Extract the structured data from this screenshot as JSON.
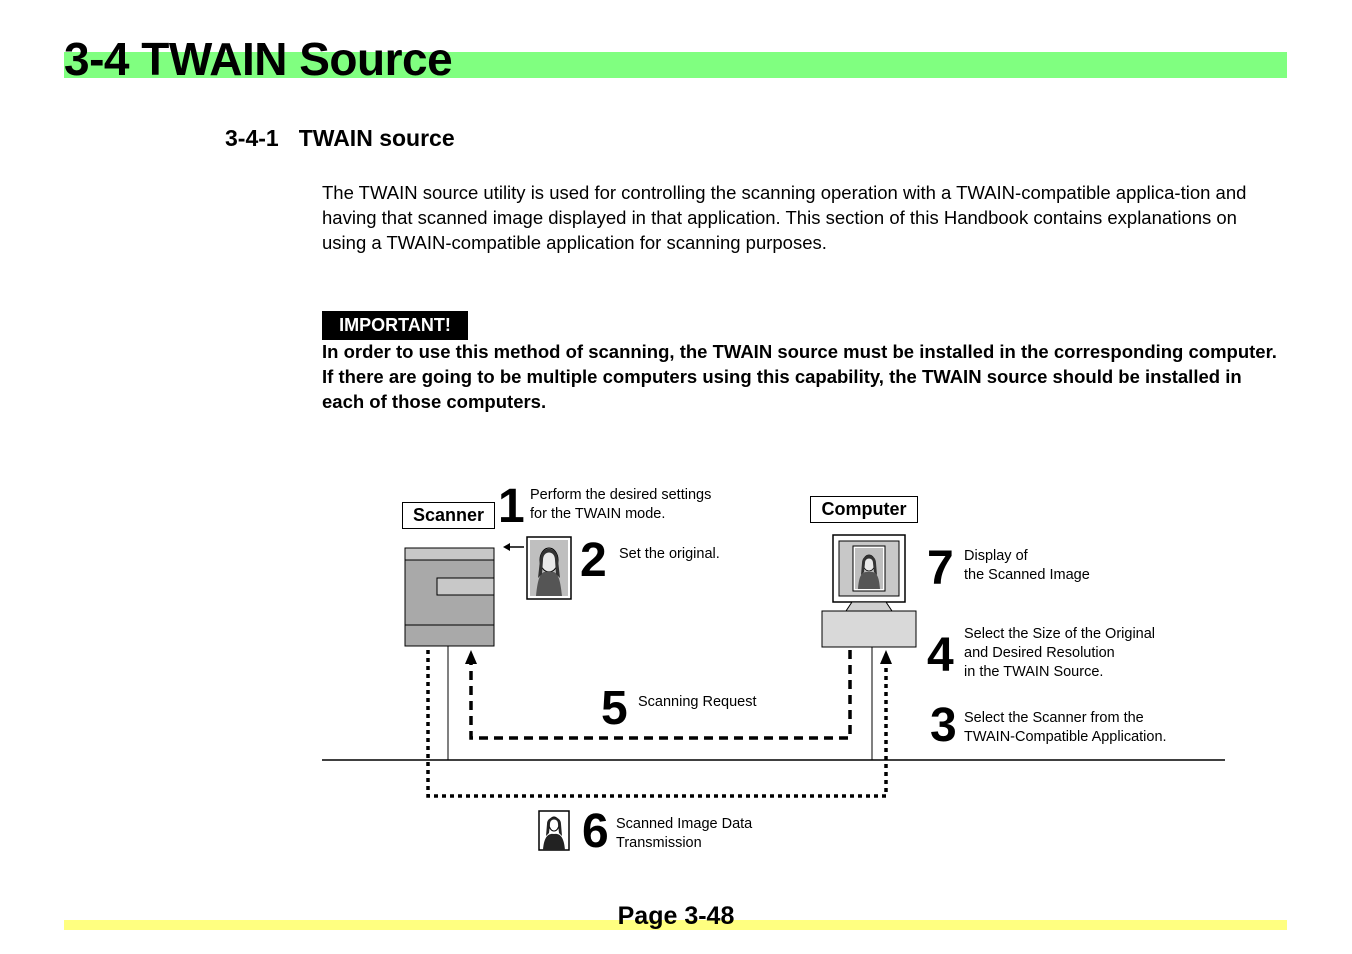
{
  "header": {
    "title": "3-4  TWAIN Source",
    "bar_color": "#80ff80"
  },
  "section": {
    "number": "3-4-1",
    "title": "TWAIN source"
  },
  "intro": "The TWAIN source utility is used for controlling the scanning operation with a TWAIN-compatible applica-tion and having that scanned image displayed in that application. This section of this Handbook contains explanations on using a TWAIN-compatible application for scanning purposes.",
  "important": {
    "badge": "IMPORTANT!",
    "text": "In order to use this method of scanning, the TWAIN source must be installed in the corresponding computer. If there are going to be multiple computers using this capability, the TWAIN source should be installed in each of those computers."
  },
  "diagram": {
    "scanner_label": "Scanner",
    "computer_label": "Computer",
    "icons": [
      "scanner-icon",
      "computer-icon",
      "original-document-icon",
      "scanned-image-icon"
    ],
    "steps": [
      {
        "number": "1",
        "text_line1": "Perform the desired settings",
        "text_line2": "for the TWAIN mode.",
        "text_line3": ""
      },
      {
        "number": "2",
        "text_line1": "Set the original.",
        "text_line2": "",
        "text_line3": ""
      },
      {
        "number": "3",
        "text_line1": "Select the Scanner from the",
        "text_line2": "TWAIN-Compatible Application.",
        "text_line3": ""
      },
      {
        "number": "4",
        "text_line1": "Select the Size of the Original",
        "text_line2": "and Desired Resolution",
        "text_line3": "in the TWAIN Source."
      },
      {
        "number": "5",
        "text_line1": "Scanning Request",
        "text_line2": "",
        "text_line3": ""
      },
      {
        "number": "6",
        "text_line1": "Scanned Image Data",
        "text_line2": "Transmission",
        "text_line3": ""
      },
      {
        "number": "7",
        "text_line1": "Display of",
        "text_line2": "the Scanned Image",
        "text_line3": ""
      }
    ]
  },
  "footer": {
    "page_label": "Page 3-48",
    "bar_color": "#ffff80"
  }
}
